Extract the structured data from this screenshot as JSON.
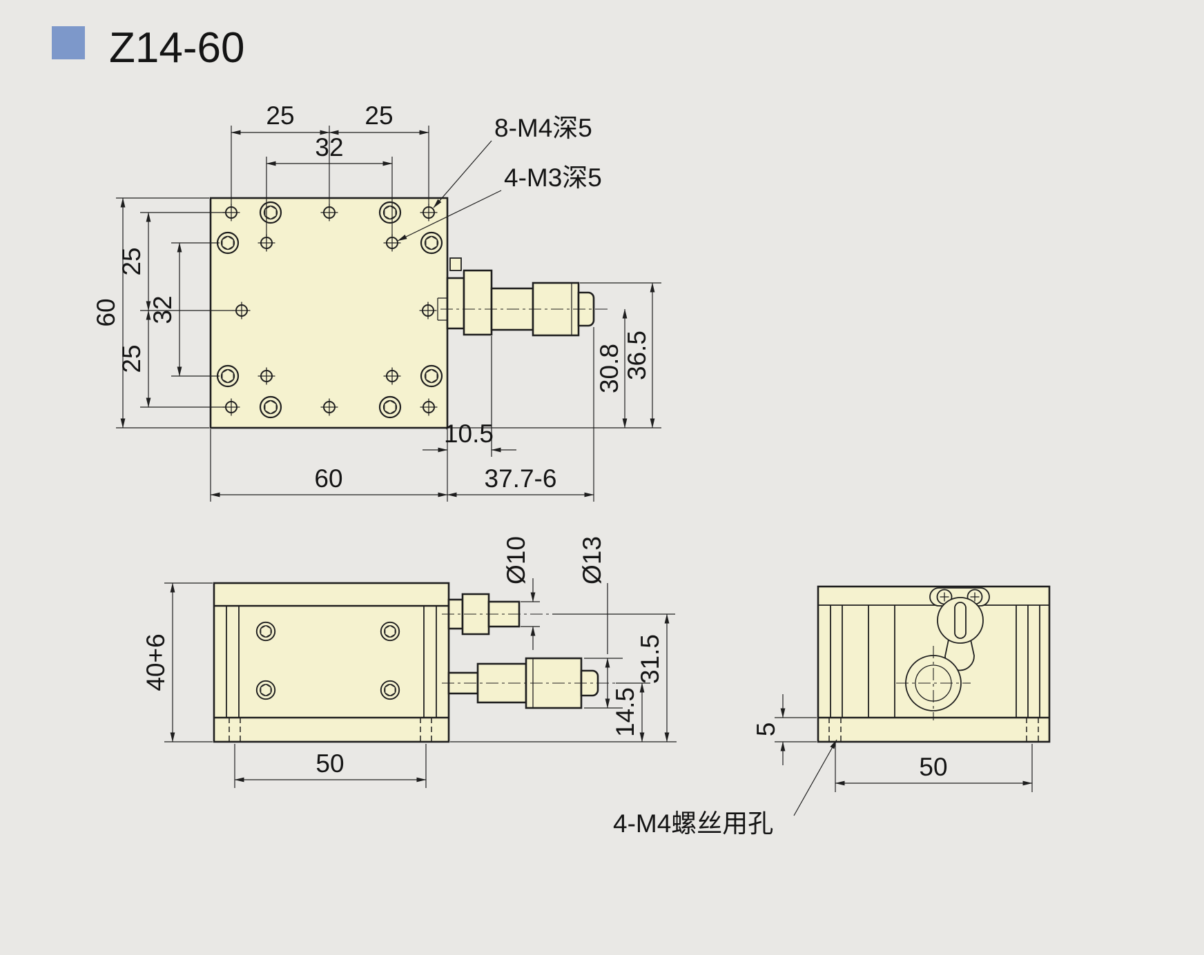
{
  "page": {
    "title": "Z14-60"
  },
  "top_view": {
    "dims": {
      "top_25_left": "25",
      "top_25_right": "25",
      "top_32": "32",
      "left_60": "60",
      "left_25_upper": "25",
      "left_32": "32",
      "left_25_lower": "25",
      "right_30_8": "30.8",
      "right_36_5": "36.5",
      "bottom_10_5": "10.5",
      "bottom_60": "60",
      "bottom_37_7_6": "37.7-6"
    },
    "labels": {
      "holes_m4": "8-M4深5",
      "holes_m3": "4-M3深5"
    }
  },
  "side_view": {
    "dims": {
      "height_40_6": "40+6",
      "dia_10": "Ø10",
      "dia_13": "Ø13",
      "right_31_5": "31.5",
      "right_14_5": "14.5",
      "bottom_50": "50"
    }
  },
  "end_view": {
    "dims": {
      "base_5": "5",
      "bottom_50": "50"
    },
    "labels": {
      "holes_m4_clearance": "4-M4螺丝用孔"
    }
  }
}
